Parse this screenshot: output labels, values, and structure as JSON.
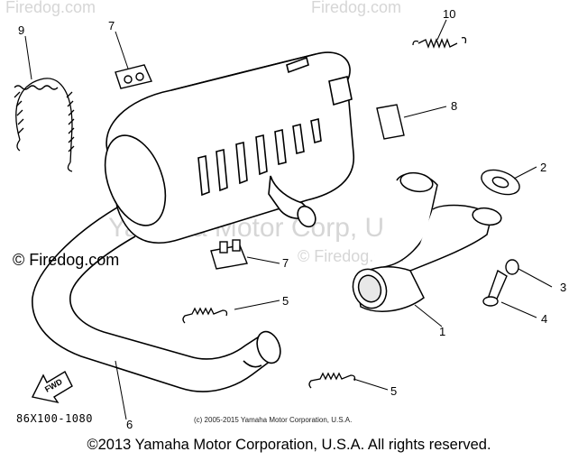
{
  "watermarks": {
    "top_left": "Firedog.com",
    "top_right": "Firedog.com",
    "mid_left": "© Firedog.com",
    "mid_right": "© Firedog.com",
    "center": "Yamaha Motor Corp, U.S.A."
  },
  "callouts": [
    "1",
    "2",
    "3",
    "4",
    "5",
    "5",
    "6",
    "7",
    "7",
    "8",
    "9",
    "10"
  ],
  "diagram_code": "86X100-1080",
  "fwd_label": "FWD",
  "small_copyright": "(c) 2005-2015 Yamaha Motor Corporation, U.S.A.",
  "copyright": "©2013 Yamaha Motor Corporation, U.S.A. All rights reserved."
}
